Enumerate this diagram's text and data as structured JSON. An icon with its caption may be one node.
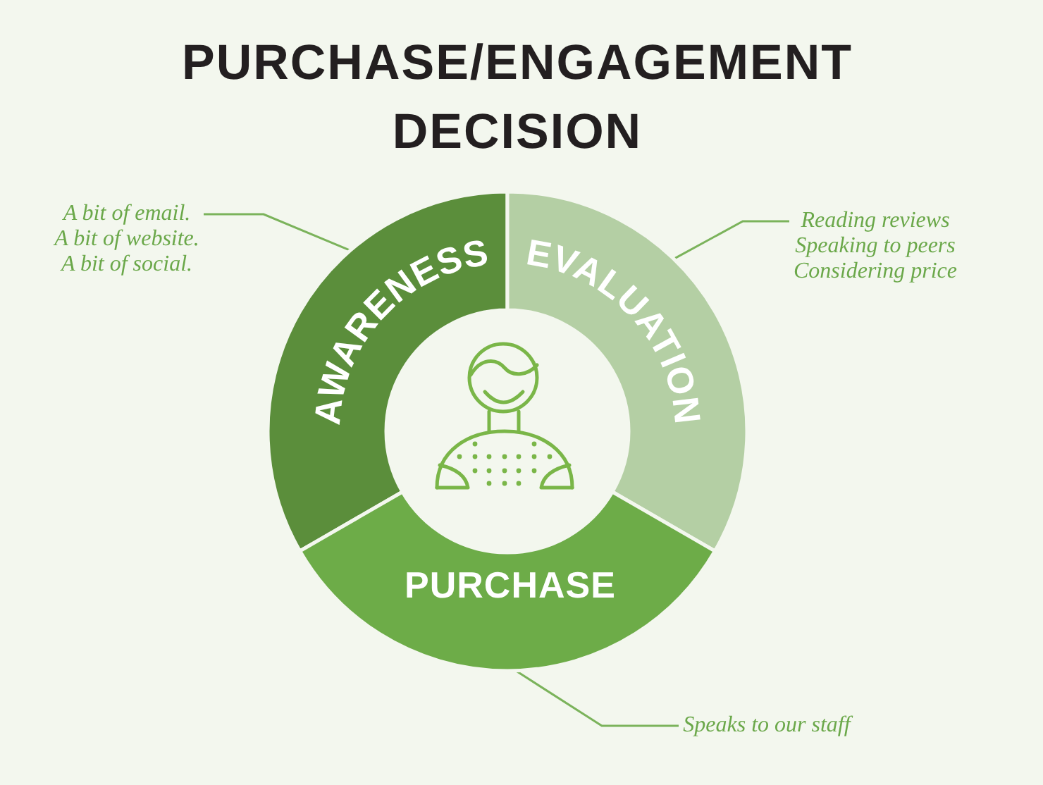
{
  "diagram": {
    "title": "PURCHASE/ENGAGEMENT DECISION",
    "nodes": [
      {
        "text": [
          "A bit of email. A bit of website. A bit of social."
        ]
      },
      {
        "text": [
          "AWARENESS"
        ]
      },
      {
        "text": [
          "EVALUATION"
        ]
      },
      {
        "text": [
          "Reading reviews Speaking to peers Considering price"
        ]
      },
      {
        "text": [
          "PURCHASE"
        ]
      },
      {
        "text": [
          "Speaks to our staff"
        ]
      }
    ],
    "edges": [
      {
        "from": 0,
        "to": 1,
        "arrow": "none"
      },
      {
        "from": 3,
        "to": 2,
        "arrow": "none"
      },
      {
        "from": 5,
        "to": 4,
        "arrow": "none"
      }
    ]
  }
}
